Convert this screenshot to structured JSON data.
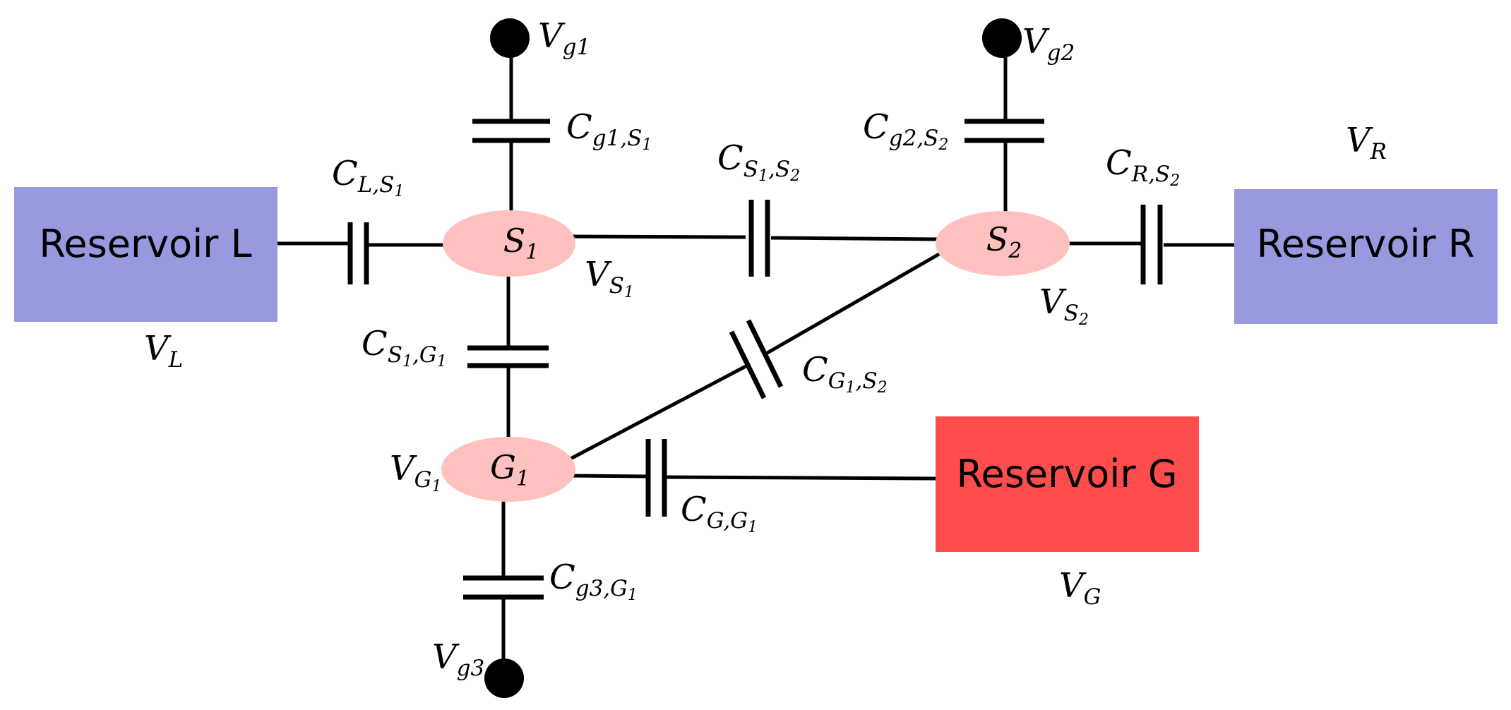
{
  "colors": {
    "reservoir_side": "#9999e0",
    "reservoir_gate": "#ff4d4d",
    "island_fill": "#ffc0c0",
    "line": "#000000"
  },
  "reservoirs": {
    "left": "Reservoir L",
    "right": "Reservoir R",
    "gate": "Reservoir G"
  },
  "islands": {
    "s1": {
      "base": "S",
      "sub": "1"
    },
    "s2": {
      "base": "S",
      "sub": "2"
    },
    "g1": {
      "base": "G",
      "sub": "1"
    }
  },
  "gates": {
    "vg1": {
      "base": "V",
      "sub": "g1"
    },
    "vg2": {
      "base": "V",
      "sub": "g2"
    },
    "vg3": {
      "base": "V",
      "sub": "g3"
    }
  },
  "capacitors": {
    "c_g1_s1": {
      "base": "C",
      "sub": "g1,S",
      "sub2": "1"
    },
    "c_g2_s2": {
      "base": "C",
      "sub": "g2,S",
      "sub2": "2"
    },
    "c_l_s1": {
      "base": "C",
      "sub": "L,S",
      "sub2": "1"
    },
    "c_s1_s2": {
      "base": "C",
      "sub": "S",
      "sub2": "1",
      "sub_b": ",S",
      "sub2_b": "2"
    },
    "c_r_s2": {
      "base": "C",
      "sub": "R,S",
      "sub2": "2"
    },
    "c_s1_g1": {
      "base": "C",
      "sub": "S",
      "sub2": "1",
      "sub_b": ",G",
      "sub2_b": "1"
    },
    "c_g1_s2": {
      "base": "C",
      "sub": "G",
      "sub2": "1",
      "sub_b": ",S",
      "sub2_b": "2"
    },
    "c_g_g1": {
      "base": "C",
      "sub": "G,G",
      "sub2": "1"
    },
    "c_g3_g1": {
      "base": "C",
      "sub": "g3,G",
      "sub2": "1"
    }
  },
  "potentials": {
    "v_l": {
      "base": "V",
      "sub": "L"
    },
    "v_r": {
      "base": "V",
      "sub": "R"
    },
    "v_g": {
      "base": "V",
      "sub": "G"
    },
    "v_s1": {
      "base": "V",
      "sub": "S",
      "sub2": "1"
    },
    "v_s2": {
      "base": "V",
      "sub": "S",
      "sub2": "2"
    },
    "v_g1": {
      "base": "V",
      "sub": "G",
      "sub2": "1"
    }
  }
}
